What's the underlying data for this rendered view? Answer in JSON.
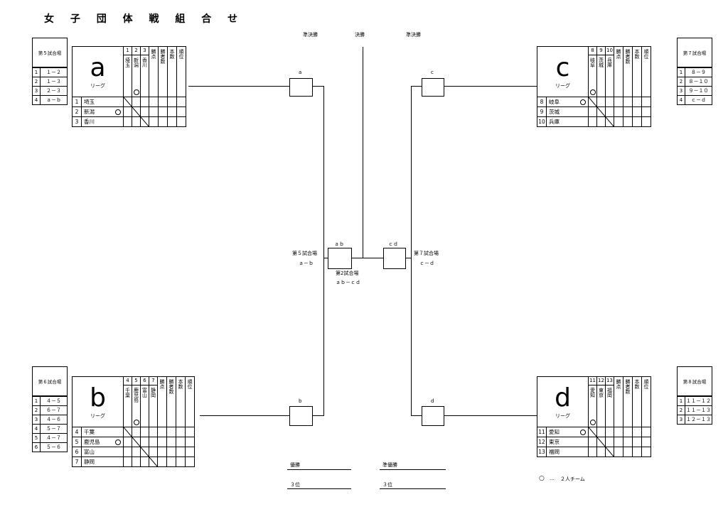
{
  "title": "女 子 団 体 戦 組 合 せ",
  "rounds": {
    "semi_left": "準決勝",
    "final": "決勝",
    "semi_right": "準決勝"
  },
  "venues": {
    "v5": {
      "title": "第５試合場",
      "rows": [
        [
          "1",
          "１－２"
        ],
        [
          "2",
          "１－３"
        ],
        [
          "3",
          "２－３"
        ],
        [
          "4",
          "ａ－ｂ"
        ]
      ]
    },
    "v6": {
      "title": "第６試合場",
      "rows": [
        [
          "1",
          "４－５"
        ],
        [
          "2",
          "６－７"
        ],
        [
          "3",
          "４－６"
        ],
        [
          "4",
          "５－７"
        ],
        [
          "5",
          "４－７"
        ],
        [
          "6",
          "５－６"
        ]
      ]
    },
    "v7": {
      "title": "第７試合場",
      "rows": [
        [
          "1",
          "８－９"
        ],
        [
          "2",
          "８－１０"
        ],
        [
          "3",
          "９－１０"
        ],
        [
          "4",
          "ｃ－ｄ"
        ]
      ]
    },
    "v8": {
      "title": "第８試合場",
      "rows": [
        [
          "1",
          "１１－１２"
        ],
        [
          "2",
          "１１－１３"
        ],
        [
          "3",
          "１２－１３"
        ]
      ]
    }
  },
  "league_a": {
    "letter": "a",
    "label": "リーグ",
    "nums": [
      "1",
      "2",
      "3"
    ],
    "cols": [
      "埼玉",
      "新潟",
      "香川"
    ],
    "teams": [
      {
        "no": "1",
        "name": "埼玉"
      },
      {
        "no": "2",
        "name": "新潟"
      },
      {
        "no": "3",
        "name": "香川"
      }
    ]
  },
  "league_b": {
    "letter": "b",
    "label": "リーグ",
    "nums": [
      "4",
      "5",
      "6",
      "7"
    ],
    "cols": [
      "千葉",
      "鹿児島",
      "富山",
      "静岡"
    ],
    "teams": [
      {
        "no": "4",
        "name": "千葉"
      },
      {
        "no": "5",
        "name": "鹿児島"
      },
      {
        "no": "6",
        "name": "富山"
      },
      {
        "no": "7",
        "name": "静岡"
      }
    ]
  },
  "league_c": {
    "letter": "c",
    "label": "リーグ",
    "nums": [
      "8",
      "9",
      "10"
    ],
    "cols": [
      "岐阜",
      "茨城",
      "兵庫"
    ],
    "teams": [
      {
        "no": "8",
        "name": "岐阜"
      },
      {
        "no": "9",
        "name": "茨城"
      },
      {
        "no": "10",
        "name": "兵庫"
      }
    ]
  },
  "league_d": {
    "letter": "d",
    "label": "リーグ",
    "nums": [
      "11",
      "12",
      "13"
    ],
    "cols": [
      "愛知",
      "東京",
      "福岡"
    ],
    "teams": [
      {
        "no": "11",
        "name": "愛知"
      },
      {
        "no": "12",
        "name": "東京"
      },
      {
        "no": "13",
        "name": "福岡"
      }
    ]
  },
  "stat_cols": {
    "win_pts": "勝点",
    "winners": "勝者数",
    "ippon": "本数",
    "rank": "順位"
  },
  "bracket": {
    "box_a": "a",
    "box_b": "b",
    "box_c": "c",
    "box_d": "d",
    "box_ab": "ａｂ",
    "box_cd": "ｃｄ",
    "v5_label": "第５試合場",
    "v5_match": "ａ－ｂ",
    "v7_label": "第７試合場",
    "v7_match": "ｃ－ｄ",
    "v2_label": "第2試合場",
    "v2_match": "ａｂ－ｃｄ"
  },
  "results": {
    "champion": "優勝",
    "runner_up": "準優勝",
    "third1": "３位",
    "third2": "３位"
  },
  "legend": {
    "symbol": "○",
    "dots": "…",
    "text": "２人チーム"
  }
}
